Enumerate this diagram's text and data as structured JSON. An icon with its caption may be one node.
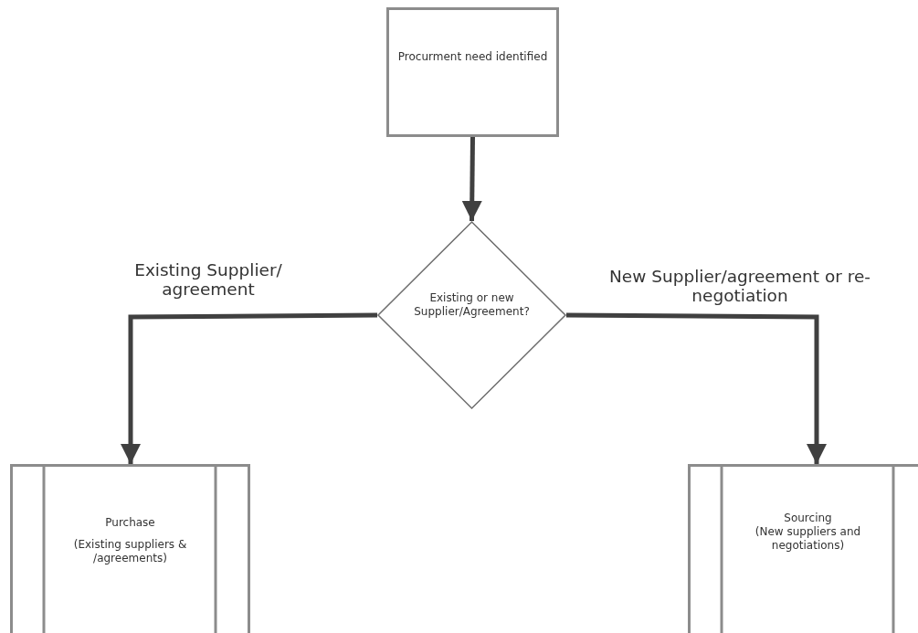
{
  "diagram": {
    "nodes": [
      {
        "text": [
          "Procurment need identified"
        ]
      },
      {
        "text": [
          "Existing or new Supplier/Agreement?"
        ]
      },
      {
        "text": [
          "Purchase",
          "(Existing suppliers & /agreements)"
        ]
      },
      {
        "text": [
          "Sourcing",
          "(New suppliers and negotiations)"
        ]
      }
    ],
    "edges": [
      {
        "from": 0,
        "to": 1,
        "arrow": "to"
      },
      {
        "from": 1,
        "to": 2,
        "arrow": "to",
        "label": "Existing Supplier/ agreement"
      },
      {
        "from": 1,
        "to": 3,
        "arrow": "to",
        "label": "New Supplier/agreement or re-negotiation"
      }
    ]
  }
}
